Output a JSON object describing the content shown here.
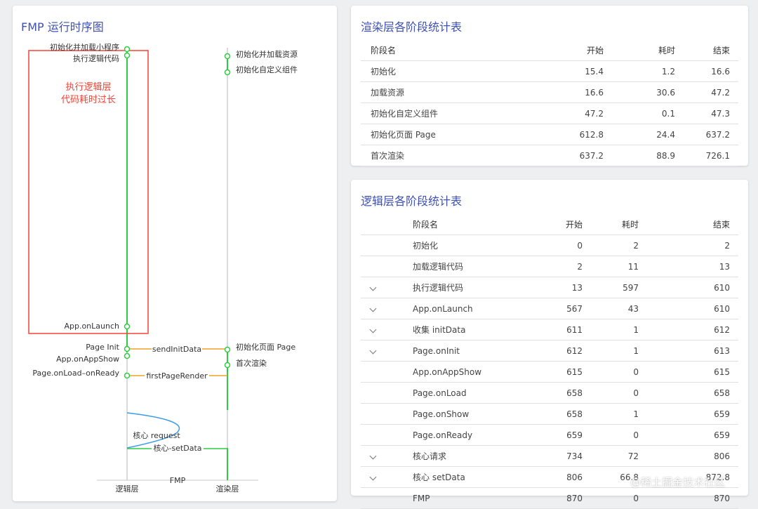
{
  "fmp_panel": {
    "title": "FMP 运行时序图",
    "note_line1": "执行逻辑层",
    "note_line2": "代码耗时过长",
    "logic_labels": [
      "初始化并加载小程序",
      "执行逻辑代码",
      "App.onLaunch",
      "Page Init",
      "App.onAppShow",
      "Page.onLoad–onReady"
    ],
    "render_labels": [
      "初始化并加载资源",
      "初始化自定义组件",
      "初始化页面 Page",
      "首次渲染"
    ],
    "edge_labels": [
      "sendInitData",
      "firstPageRender",
      "核心 request",
      "核心-setData"
    ],
    "axis_labels": [
      "逻辑层",
      "FMP",
      "渲染层"
    ],
    "colors": {
      "green": "#2ecc40",
      "red": "#f44336",
      "orange": "#f0a020",
      "blue": "#3b9ce8"
    }
  },
  "render_table": {
    "title": "渲染层各阶段统计表",
    "headers": [
      "阶段名",
      "开始",
      "耗时",
      "结束"
    ],
    "rows": [
      [
        "初始化",
        "15.4",
        "1.2",
        "16.6"
      ],
      [
        "加载资源",
        "16.6",
        "30.6",
        "47.2"
      ],
      [
        "初始化自定义组件",
        "47.2",
        "0.1",
        "47.3"
      ],
      [
        "初始化页面 Page",
        "612.8",
        "24.4",
        "637.2"
      ],
      [
        "首次渲染",
        "637.2",
        "88.9",
        "726.1"
      ]
    ]
  },
  "logic_table": {
    "title": "逻辑层各阶段统计表",
    "headers": [
      "阶段名",
      "开始",
      "耗时",
      "结束"
    ],
    "rows": [
      {
        "expand": false,
        "cells": [
          "初始化",
          "0",
          "2",
          "2"
        ]
      },
      {
        "expand": false,
        "cells": [
          "加载逻辑代码",
          "2",
          "11",
          "13"
        ]
      },
      {
        "expand": true,
        "cells": [
          "执行逻辑代码",
          "13",
          "597",
          "610"
        ]
      },
      {
        "expand": true,
        "cells": [
          "App.onLaunch",
          "567",
          "43",
          "610"
        ]
      },
      {
        "expand": true,
        "cells": [
          "收集 initData",
          "611",
          "1",
          "612"
        ]
      },
      {
        "expand": true,
        "cells": [
          "Page.onInit",
          "612",
          "1",
          "613"
        ]
      },
      {
        "expand": false,
        "cells": [
          "App.onAppShow",
          "615",
          "0",
          "615"
        ]
      },
      {
        "expand": false,
        "cells": [
          "Page.onLoad",
          "658",
          "0",
          "658"
        ]
      },
      {
        "expand": false,
        "cells": [
          "Page.onShow",
          "658",
          "1",
          "659"
        ]
      },
      {
        "expand": false,
        "cells": [
          "Page.onReady",
          "659",
          "0",
          "659"
        ]
      },
      {
        "expand": true,
        "cells": [
          "核心请求",
          "734",
          "72",
          "806"
        ]
      },
      {
        "expand": true,
        "cells": [
          "核心 setData",
          "806",
          "66.8",
          "872.8"
        ]
      },
      {
        "expand": false,
        "cells": [
          "FMP",
          "870",
          "0",
          "870"
        ]
      }
    ]
  },
  "watermark": "@稀土掘金技术社区"
}
